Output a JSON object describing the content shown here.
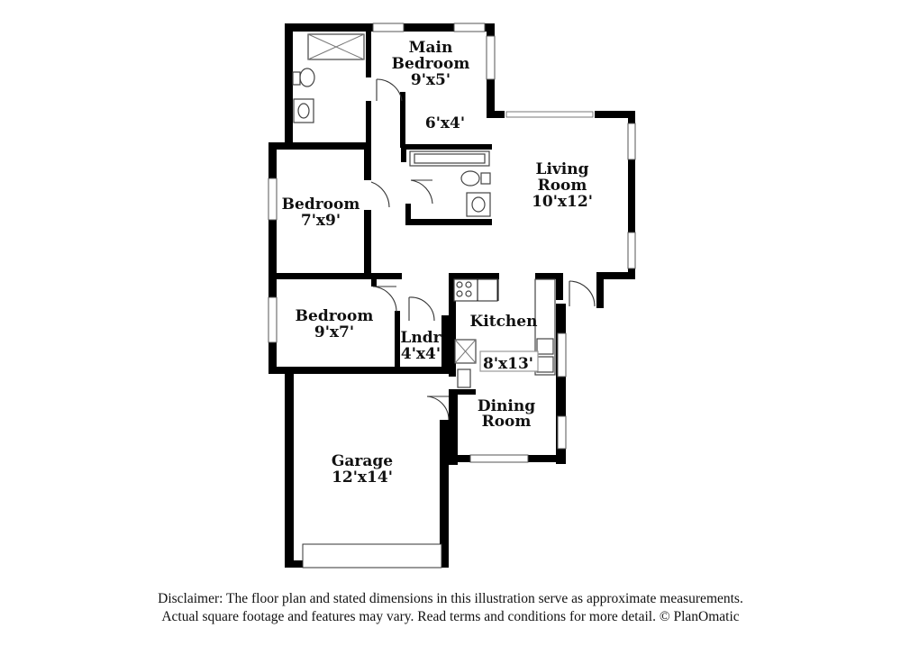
{
  "rooms": {
    "main_bedroom": {
      "name_line1": "Main",
      "name_line2": "Bedroom",
      "dims": "9'x5'"
    },
    "closet": {
      "dims": "6'x4'"
    },
    "living_room": {
      "name_line1": "Living",
      "name_line2": "Room",
      "dims": "10'x12'"
    },
    "bedroom_top": {
      "name": "Bedroom",
      "dims": "7'x9'"
    },
    "bedroom_bottom": {
      "name": "Bedroom",
      "dims": "9'x7'"
    },
    "laundry": {
      "name": "Lndr",
      "dims": "4'x4'"
    },
    "kitchen": {
      "name": "Kitchen",
      "dims": "8'x13'"
    },
    "dining_room": {
      "name_line1": "Dining",
      "name_line2": "Room"
    },
    "garage": {
      "name": "Garage",
      "dims": "12'x14'"
    }
  },
  "disclaimer": {
    "line1": "Disclaimer: The floor plan and stated dimensions in this illustration serve as approximate measurements.",
    "line2": "Actual square footage and features may vary. Read terms and conditions for more detail. © PlanOmatic"
  }
}
